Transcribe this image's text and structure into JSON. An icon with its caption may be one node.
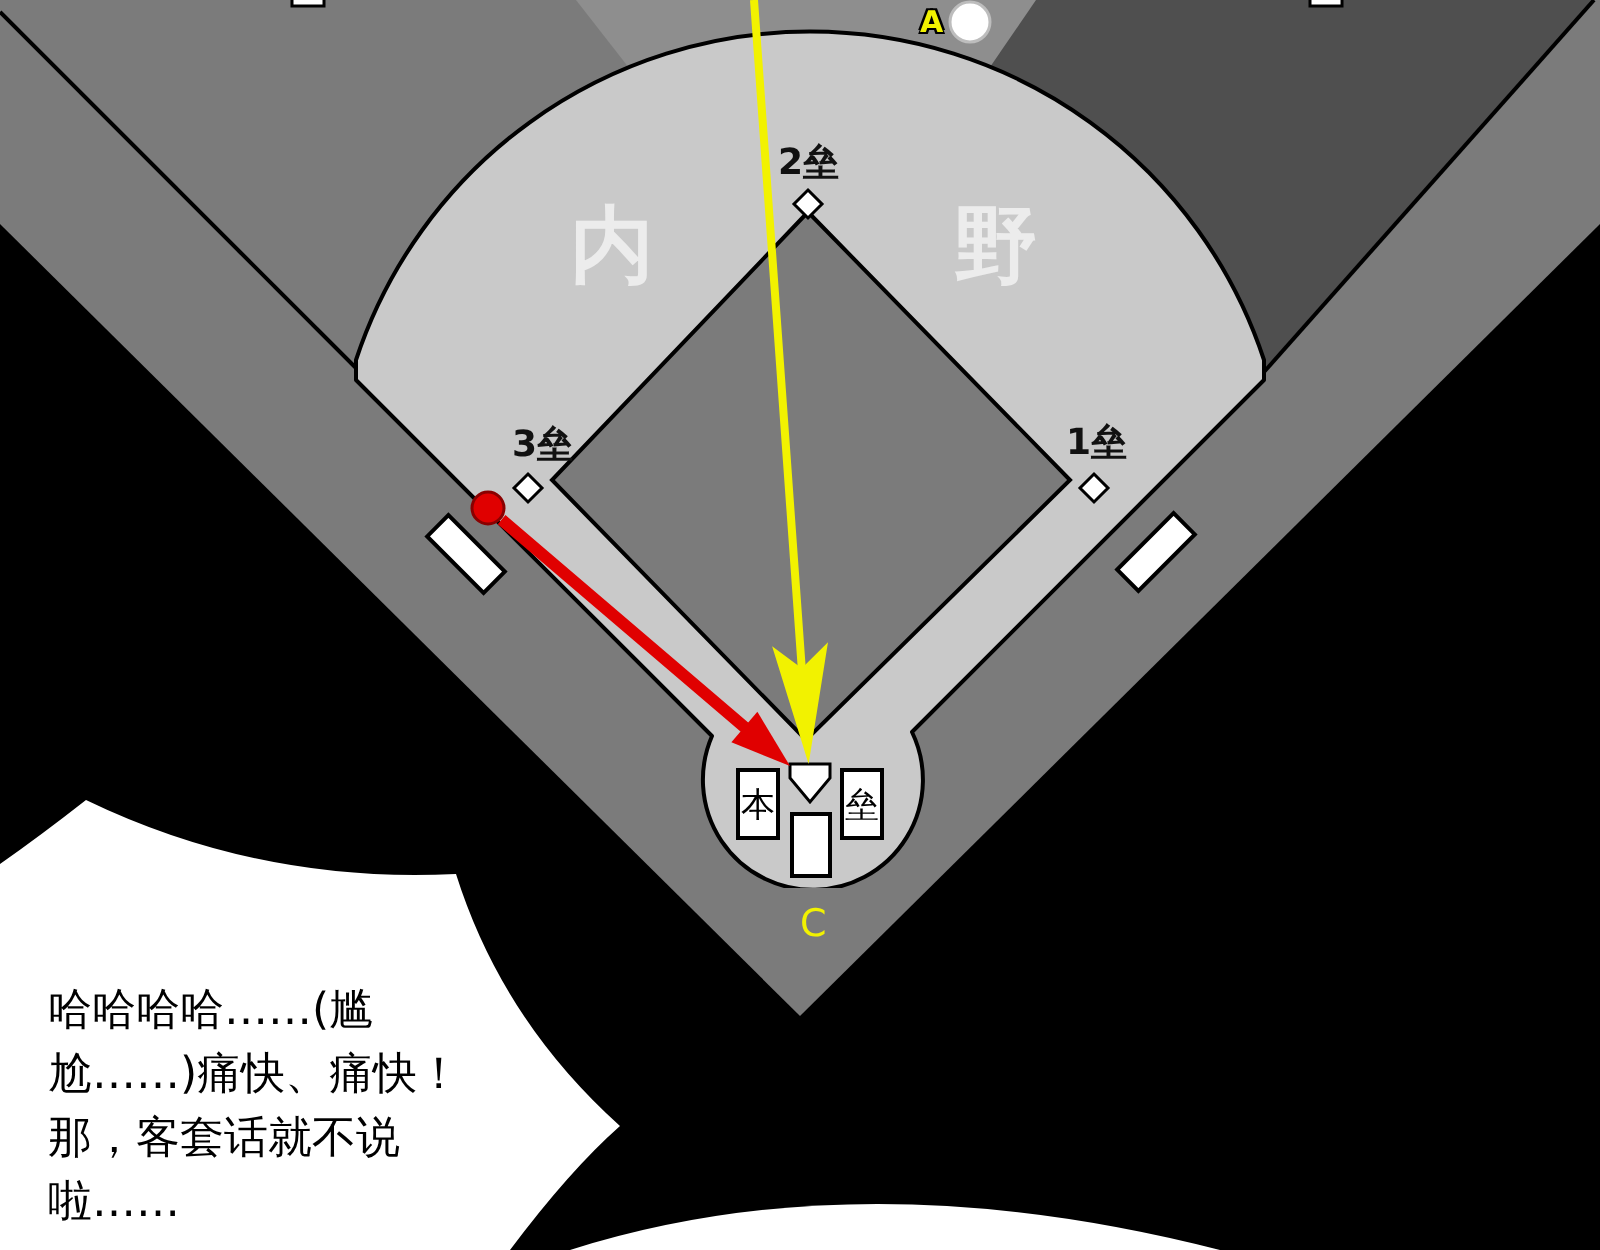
{
  "diagram": {
    "nodes": [
      {
        "text": [],
        "shape": "circle",
        "beside": [
          "A"
        ]
      },
      {
        "text": [
          "内",
          "野"
        ],
        "beside": [
          "C"
        ]
      },
      {
        "text": [
          "2垒"
        ],
        "in": 1
      },
      {
        "text": [
          "3垒"
        ],
        "in": 1
      },
      {
        "text": [
          "1垒"
        ],
        "in": 1
      },
      {
        "text": [],
        "shape": "circle",
        "in": 1
      },
      {
        "text": [],
        "shape": "box"
      },
      {
        "text": [],
        "shape": "box"
      },
      {
        "text": [
          "本"
        ],
        "in": 1
      },
      {
        "text": [],
        "shape": "pentagon",
        "in": 1
      },
      {
        "text": [
          "垒"
        ],
        "in": 1
      },
      {
        "text": [],
        "shape": "box",
        "in": 1
      },
      {
        "text": [
          "哈哈哈哈……(尴尬……)痛快、痛快！那，客套话就不说啦……"
        ]
      },
      {
        "text": [],
        "shape": "bubble"
      }
    ],
    "edges": [
      {
        "from": null,
        "to": 9,
        "arrow": "to",
        "color": "#f2f200"
      },
      {
        "from": 5,
        "to": 9,
        "arrow": "to",
        "color": "#e00000"
      }
    ]
  }
}
